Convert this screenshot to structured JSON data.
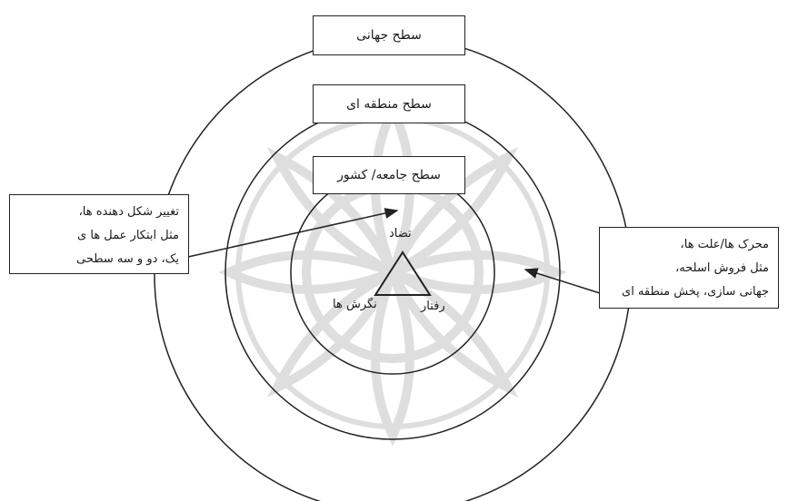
{
  "levels": {
    "global": "سطح جهانی",
    "regional": "سطح منطقه ای",
    "society": "سطح جامعه/ کشور"
  },
  "triangle": {
    "top": "تضاد",
    "bottom_right": "رفتار",
    "bottom_left": "نگرش ها"
  },
  "left_box": {
    "lines": [
      "تغییر شکل دهنده ها،",
      "مثل ابتکار عمل ها ی",
      "یک، دو و سه سطحی"
    ]
  },
  "right_box": {
    "lines": [
      "محرک ها/علت ها،",
      "مثل فروش اسلحه،",
      "جهانی سازی، پخش منطقه ای"
    ]
  },
  "colors": {
    "line": "#222222",
    "watermark": "#d9d9d9"
  }
}
